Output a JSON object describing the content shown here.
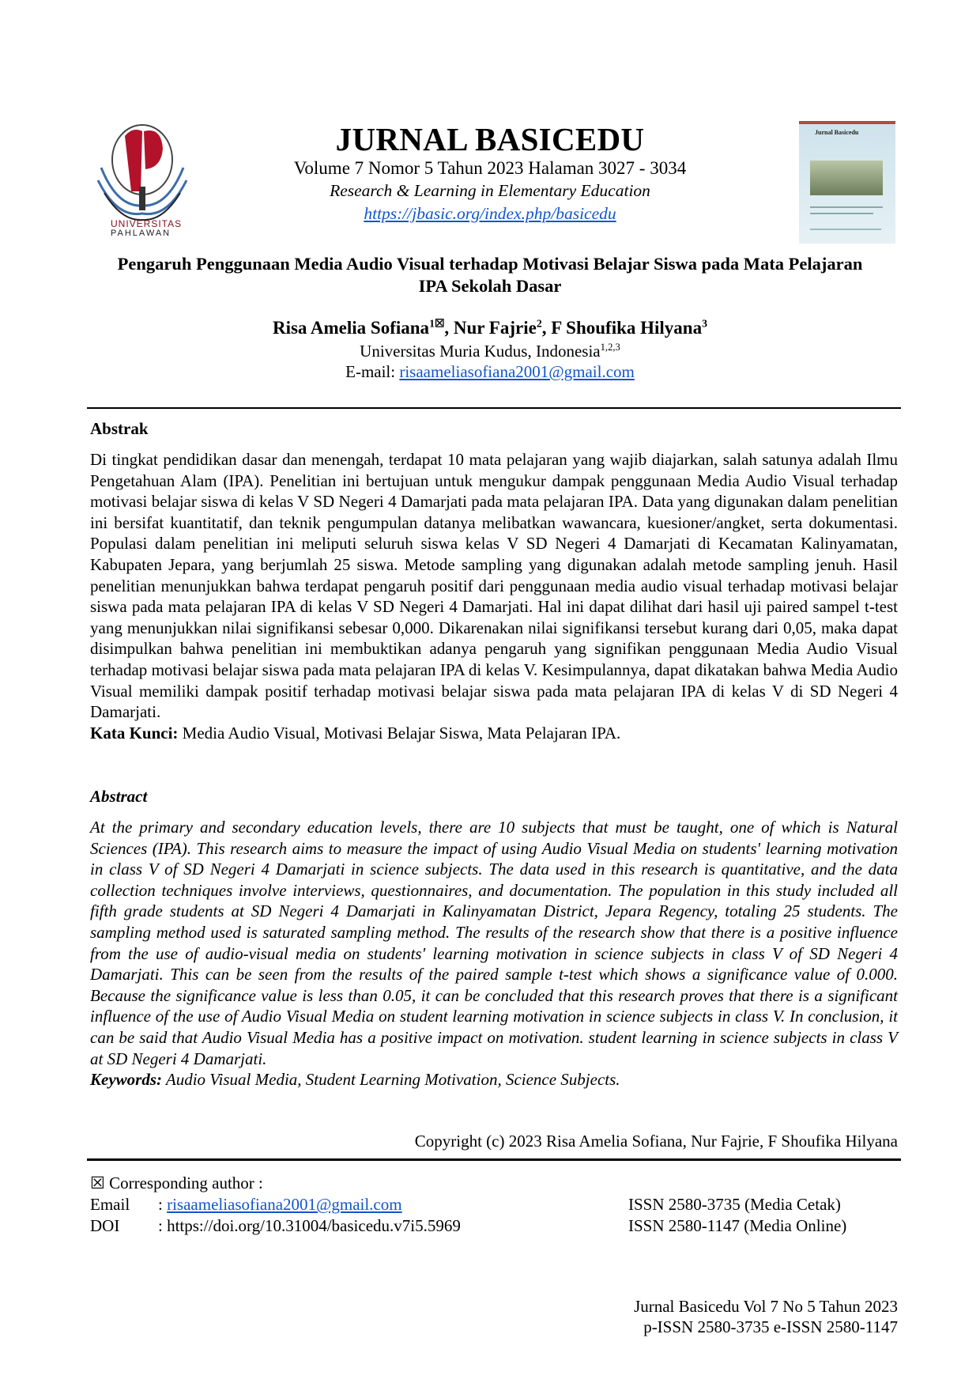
{
  "header": {
    "journal_name": "JURNAL BASICEDU",
    "volume_line": "Volume 7 Nomor 5 Tahun 2023 Halaman 3027 - 3034",
    "subtitle": "Research & Learning in Elementary Education",
    "url": "https://jbasic.org/index.php/basicedu",
    "logo_text_1": "UNIVERSITAS",
    "logo_text_2": "PAHLAWAN",
    "cover_title": "Jurnal Basicedu"
  },
  "paper": {
    "title": "Pengaruh Penggunaan Media Audio Visual terhadap Motivasi Belajar Siswa pada Mata Pelajaran IPA Sekolah Dasar",
    "authors": [
      {
        "name": "Risa Amelia Sofiana",
        "sup": "1☒"
      },
      {
        "name": "Nur Fajrie",
        "sup": "2"
      },
      {
        "name": "F Shoufika Hilyana",
        "sup": "3"
      }
    ],
    "affiliation": "Universitas Muria Kudus, Indonesia",
    "affiliation_sup": "1,2,3",
    "email_label": "E-mail:",
    "email": "risaameliasofiana2001@gmail.com"
  },
  "abstrak": {
    "heading": "Abstrak",
    "body": "Di tingkat pendidikan dasar dan menengah, terdapat 10 mata pelajaran yang wajib diajarkan, salah satunya adalah Ilmu Pengetahuan Alam (IPA). Penelitian ini bertujuan untuk mengukur dampak penggunaan Media Audio Visual terhadap motivasi belajar siswa di kelas V SD Negeri 4 Damarjati pada mata pelajaran IPA. Data yang digunakan dalam penelitian ini bersifat kuantitatif, dan teknik pengumpulan datanya melibatkan wawancara, kuesioner/angket, serta dokumentasi. Populasi dalam penelitian ini meliputi seluruh siswa kelas V SD Negeri 4 Damarjati di Kecamatan Kalinyamatan, Kabupaten Jepara, yang berjumlah 25 siswa. Metode sampling yang digunakan adalah metode sampling jenuh. Hasil penelitian menunjukkan bahwa terdapat pengaruh positif dari penggunaan media audio visual terhadap motivasi belajar siswa pada mata pelajaran IPA di kelas V SD Negeri 4 Damarjati. Hal ini dapat dilihat dari hasil uji paired sampel t-test yang menunjukkan nilai signifikansi sebesar 0,000. Dikarenakan nilai signifikansi tersebut kurang dari 0,05, maka dapat disimpulkan bahwa penelitian ini membuktikan adanya pengaruh yang signifikan penggunaan Media Audio Visual terhadap motivasi belajar siswa pada mata pelajaran IPA di kelas V. Kesimpulannya, dapat dikatakan bahwa Media Audio Visual memiliki dampak positif terhadap motivasi belajar siswa pada mata pelajaran IPA di kelas V di SD Negeri 4 Damarjati.",
    "keywords_label": "Kata Kunci:",
    "keywords": " Media Audio Visual, Motivasi Belajar Siswa, Mata Pelajaran IPA."
  },
  "abstract": {
    "heading": "Abstract",
    "body": "At the primary and secondary education levels, there are 10 subjects that must be taught, one of which is Natural Sciences (IPA). This research aims to measure the impact of using Audio Visual Media on students' learning motivation in class V of SD Negeri 4 Damarjati in science subjects. The data used in this research is quantitative, and the data collection techniques involve interviews, questionnaires, and documentation. The population in this study included all fifth grade students at SD Negeri 4 Damarjati in Kalinyamatan District, Jepara Regency, totaling 25 students. The sampling method used is saturated sampling method. The results of the research show that there is a positive influence from the use of audio-visual media on students' learning motivation in science subjects in class V of SD Negeri 4 Damarjati. This can be seen from the results of the paired sample t-test which shows a significance value of 0.000. Because the significance value is less than 0.05, it can be concluded that this research proves that there is a significant influence of the use of Audio Visual Media on student learning motivation in science subjects in class V. In conclusion, it can be said that Audio Visual Media has a positive impact on motivation. student learning in science subjects in class V at SD Negeri 4 Damarjati.",
    "keywords_label": "Keywords:",
    "keywords": " Audio Visual Media, Student Learning Motivation, Science Subjects."
  },
  "copyright": "Copyright (c) 2023 Risa Amelia Sofiana, Nur Fajrie, F Shoufika Hilyana",
  "correspondence": {
    "icon_glyph": "☒",
    "label": "Corresponding author :",
    "email_label": "Email",
    "email": "risaameliasofiana2001@gmail.com",
    "doi_label": "DOI",
    "doi": "https://doi.org/10.31004/basicedu.v7i5.5969",
    "separator": ": ",
    "issn_print": "ISSN 2580-3735 (Media Cetak)",
    "issn_online": "ISSN 2580-1147 (Media Online)"
  },
  "footer": {
    "line1": "Jurnal Basicedu Vol 7 No 5 Tahun 2023",
    "line2": "p-ISSN 2580-3735 e-ISSN 2580-1147"
  }
}
